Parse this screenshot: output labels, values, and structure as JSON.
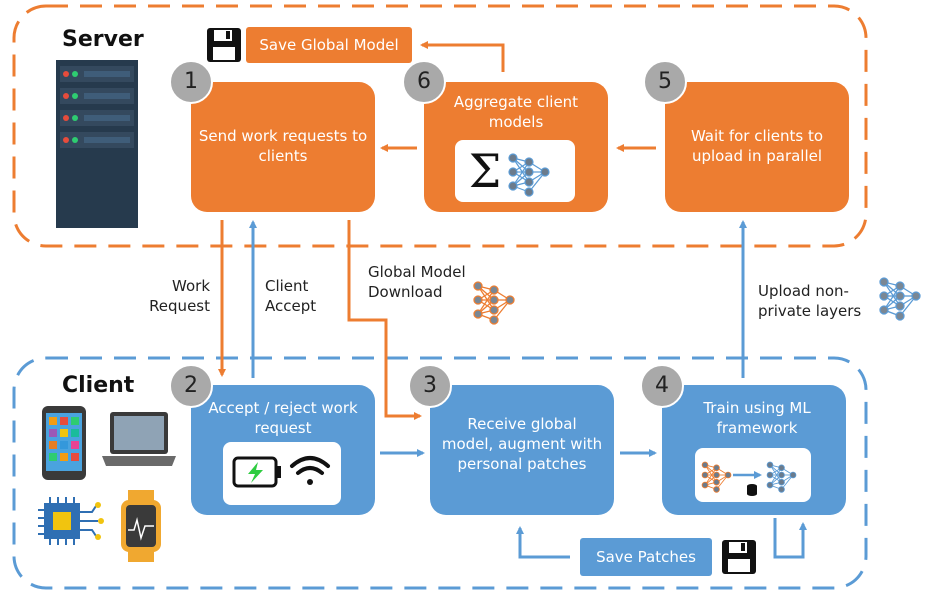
{
  "sections": {
    "server": "Server",
    "client": "Client"
  },
  "steps": [
    {
      "num": "1",
      "label": "Send work requests to clients"
    },
    {
      "num": "2",
      "label": "Accept / reject work request"
    },
    {
      "num": "3",
      "label": "Receive global model, augment with personal patches"
    },
    {
      "num": "4",
      "label": "Train using ML framework"
    },
    {
      "num": "5",
      "label": "Wait for clients to upload in parallel"
    },
    {
      "num": "6",
      "label": "Aggregate client models"
    }
  ],
  "actions": {
    "save_global": "Save Global Model",
    "save_patches": "Save Patches"
  },
  "edge_labels": {
    "work_request": "Work Request",
    "client_accept": "Client Accept",
    "global_download": "Global Model Download",
    "upload_layers": "Upload non-private layers"
  },
  "symbols": {
    "sigma": "Σ"
  },
  "colors": {
    "orange": "#ED7D31",
    "blue": "#5B9BD5",
    "badge": "#A9A9A9"
  },
  "icons": [
    "server-rack-icon",
    "floppy-disk-icon",
    "battery-charging-icon",
    "wifi-icon",
    "neural-network-icon",
    "database-icon",
    "phone-icon",
    "laptop-icon",
    "chip-icon",
    "smartwatch-icon"
  ]
}
